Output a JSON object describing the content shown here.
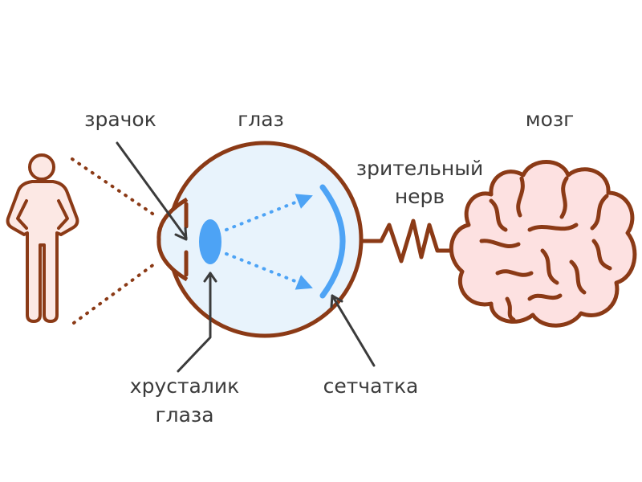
{
  "labels": {
    "pupil": "зрачок",
    "eye": "глаз",
    "brain": "мозг",
    "optic_nerve_line1": "зрительный",
    "optic_nerve_line2": "нерв",
    "lens_line1": "хрусталик",
    "lens_line2": "глаза",
    "retina": "сетчатка"
  },
  "colors": {
    "outline": "#8b3a16",
    "person_fill": "#fce8e4",
    "eye_fill": "#e8f3fc",
    "lens": "#4da3f5",
    "retina": "#4da3f5",
    "ray": "#4da3f5",
    "brain_fill": "#fde1e1",
    "pointer": "#3b3b3b",
    "text": "#3b3b3b"
  },
  "icons": {
    "person": "person-silhouette-icon",
    "eye": "eyeball-icon",
    "brain": "brain-icon"
  }
}
